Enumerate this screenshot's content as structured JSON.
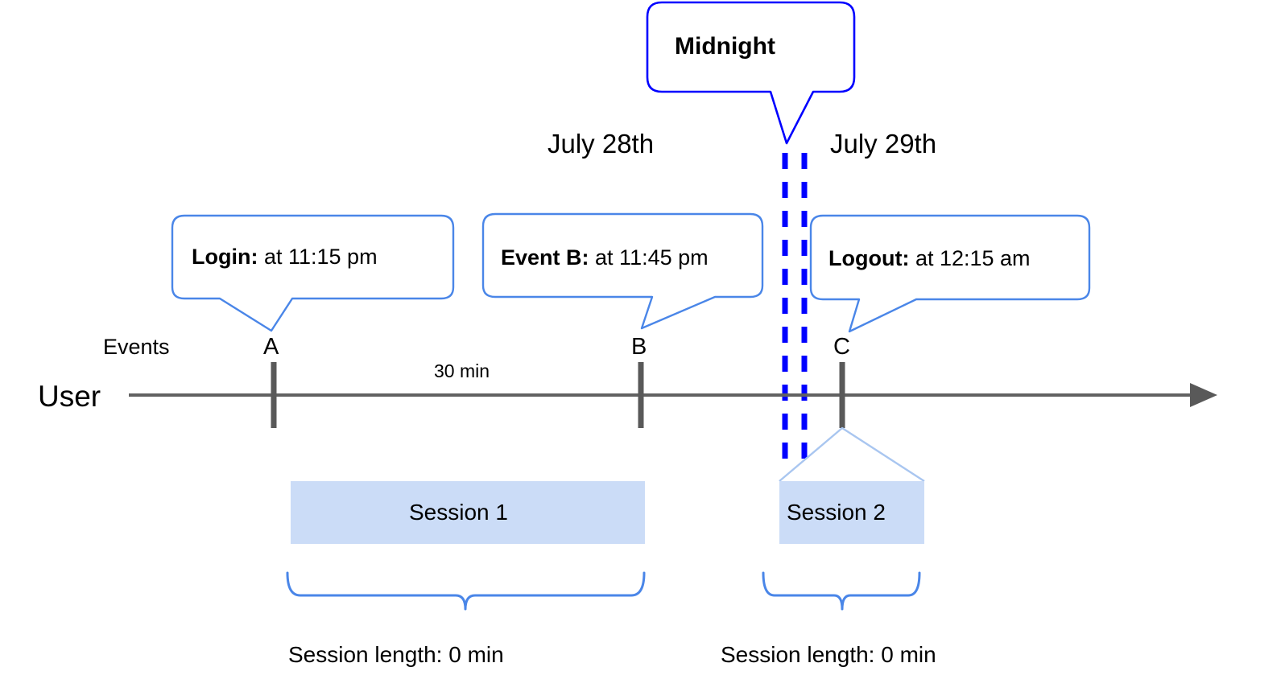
{
  "diagram": {
    "title_callout": {
      "label": "Midnight",
      "border_color": "#0000ff"
    },
    "dates": {
      "left": "July 28th",
      "right": "July 29th"
    },
    "row_labels": {
      "events": "Events",
      "user": "User"
    },
    "duration_label": "30 min",
    "callouts": [
      {
        "name": "login",
        "bold": "Login:",
        "rest": " at 11:15 pm",
        "marker": "A"
      },
      {
        "name": "event-b",
        "bold": "Event B:",
        "rest": " at 11:45 pm",
        "marker": "B"
      },
      {
        "name": "logout",
        "bold": "Logout:",
        "rest": " at 12:15 am",
        "marker": "C"
      }
    ],
    "event_markers": [
      {
        "letter": "A"
      },
      {
        "letter": "B"
      },
      {
        "letter": "C"
      }
    ],
    "sessions": [
      {
        "label": "Session 1",
        "length_label": "Session length: 0 min"
      },
      {
        "label": "Session 2",
        "length_label": "Session length: 0 min"
      }
    ],
    "colors": {
      "callout_border": "#4a86e8",
      "midnight_border": "#0000ff",
      "midnight_dash": "#0000ff",
      "session_fill": "#cbdcf7",
      "axis": "#616161",
      "marker": "#595959",
      "brace": "#4a86e8",
      "text": "#000000"
    }
  }
}
